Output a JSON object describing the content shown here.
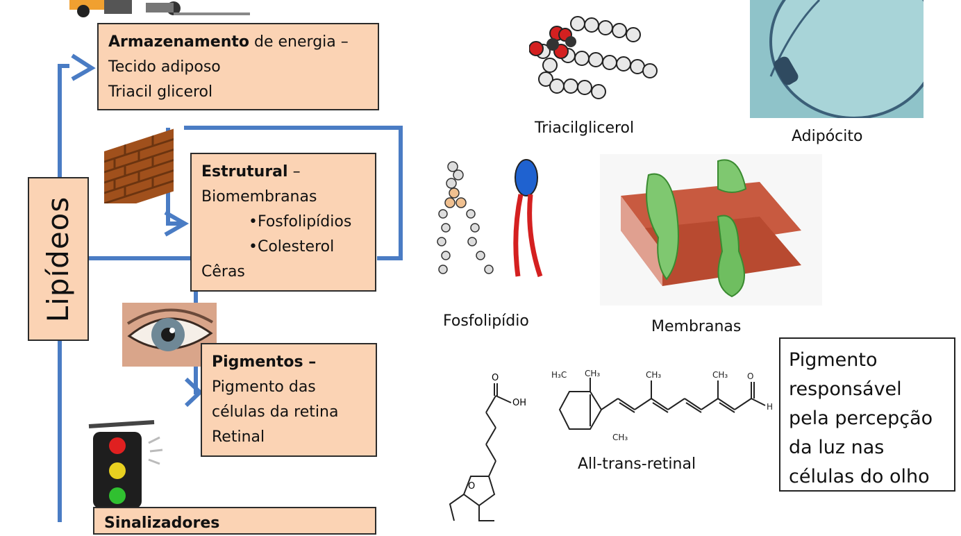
{
  "colors": {
    "box_fill": "#fbd3b4",
    "connector": "#4a7cc4",
    "border": "#2b2b2b"
  },
  "lipideos": "Lipídeos",
  "box_energia": {
    "title": "Armazenamento",
    "title_rest": " de energia –",
    "line1": "Tecido adiposo",
    "line2": "Triacil glicerol"
  },
  "box_estrutural": {
    "title": "Estrutural",
    "title_rest": " –",
    "line1": "Biomembranas",
    "item1": "•Fosfolipídios",
    "item2": "•Colesterol",
    "line2": "Cêras"
  },
  "box_pigmentos": {
    "title": "Pigmentos –",
    "line1": "Pigmento das",
    "line2": "células da retina",
    "line3": "Retinal"
  },
  "box_sinalizadores": {
    "title": "Sinalizadores"
  },
  "captions": {
    "triacilglicerol": "Triacilglicerol",
    "adipocito": "Adipócito",
    "fosfolipidio": "Fosfolipídio",
    "membranas": "Membranas",
    "retinal": "All-trans-retinal"
  },
  "retinal_labels": {
    "h3c": "H₃C",
    "ch3_a": "CH₃",
    "ch3_b": "CH₃",
    "ch3_c": "CH₃",
    "ch3_d": "CH₃",
    "h": "H",
    "o": "O"
  },
  "prosta_labels": {
    "o1": "O",
    "oh": "OH",
    "o2": "O"
  },
  "note": {
    "line1": "Pigmento",
    "line2": "responsável",
    "line3": "pela percepção",
    "line4": "da luz nas",
    "line5": "células do olho"
  },
  "icons": [
    "forklift-icon",
    "brick-wall-icon",
    "eye-icon",
    "traffic-light-icon",
    "triacylglycerol-molecule-icon",
    "adipocyte-image",
    "phospholipid-icon",
    "membrane-icon"
  ]
}
